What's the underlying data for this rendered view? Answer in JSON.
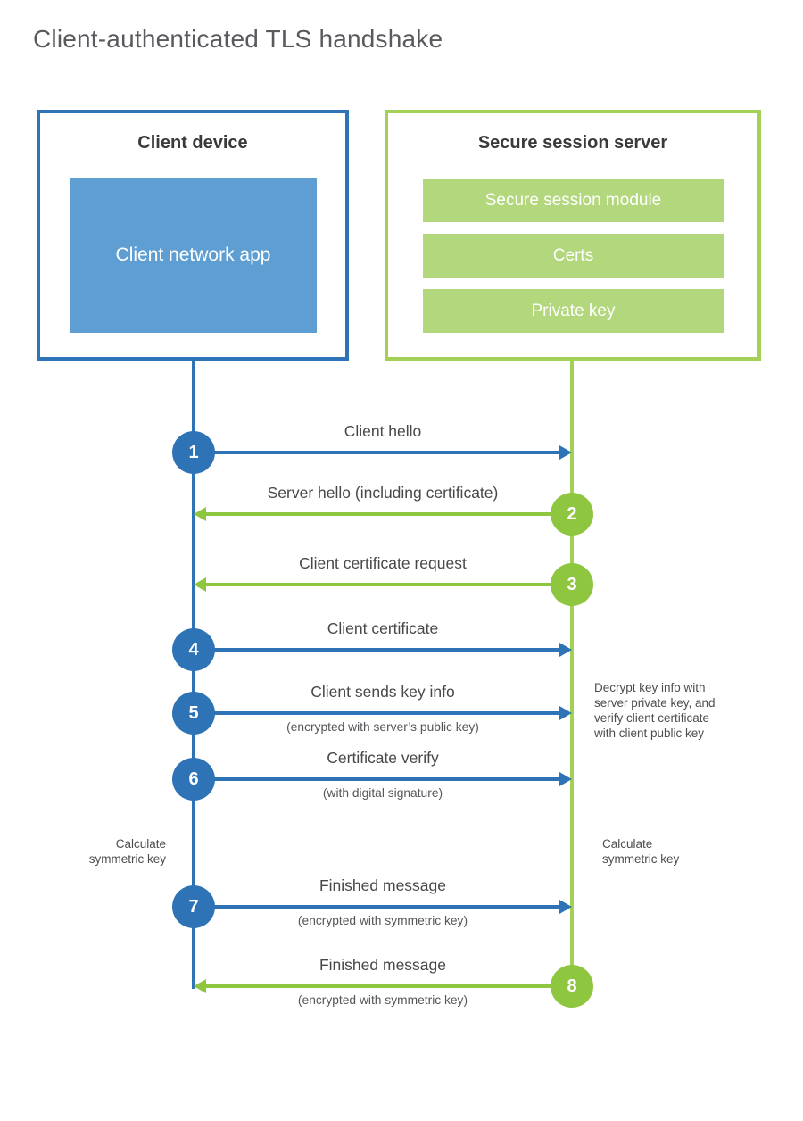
{
  "title": "Client-authenticated TLS handshake",
  "client_box": {
    "title": "Client device",
    "app_label": "Client network app"
  },
  "server_box": {
    "title": "Secure session server",
    "modules": [
      "Secure session module",
      "Certs",
      "Private key"
    ]
  },
  "messages": [
    {
      "step": "1",
      "from": "client",
      "label": "Client hello",
      "sub": ""
    },
    {
      "step": "2",
      "from": "server",
      "label": "Server hello (including certificate)",
      "sub": ""
    },
    {
      "step": "3",
      "from": "server",
      "label": "Client certificate request",
      "sub": ""
    },
    {
      "step": "4",
      "from": "client",
      "label": "Client certificate",
      "sub": ""
    },
    {
      "step": "5",
      "from": "client",
      "label": "Client sends key info",
      "sub": "(encrypted with server’s public key)"
    },
    {
      "step": "6",
      "from": "client",
      "label": "Certificate verify",
      "sub": "(with digital signature)"
    },
    {
      "step": "7",
      "from": "client",
      "label": "Finished message",
      "sub": "(encrypted with symmetric key)"
    },
    {
      "step": "8",
      "from": "server",
      "label": "Finished message",
      "sub": "(encrypted with symmetric key)"
    }
  ],
  "notes": {
    "decrypt": "Decrypt key info with\nserver private key, and\nverify client certificate\nwith client public key",
    "calc_left": "Calculate\nsymmetric key",
    "calc_right": "Calculate\nsymmetric key"
  },
  "colors": {
    "blue": "#2d73b5",
    "blue_fill": "#5f9ed2",
    "green": "#8fc63f",
    "green_line": "#a3d155",
    "green_fill": "#b3d77d"
  }
}
